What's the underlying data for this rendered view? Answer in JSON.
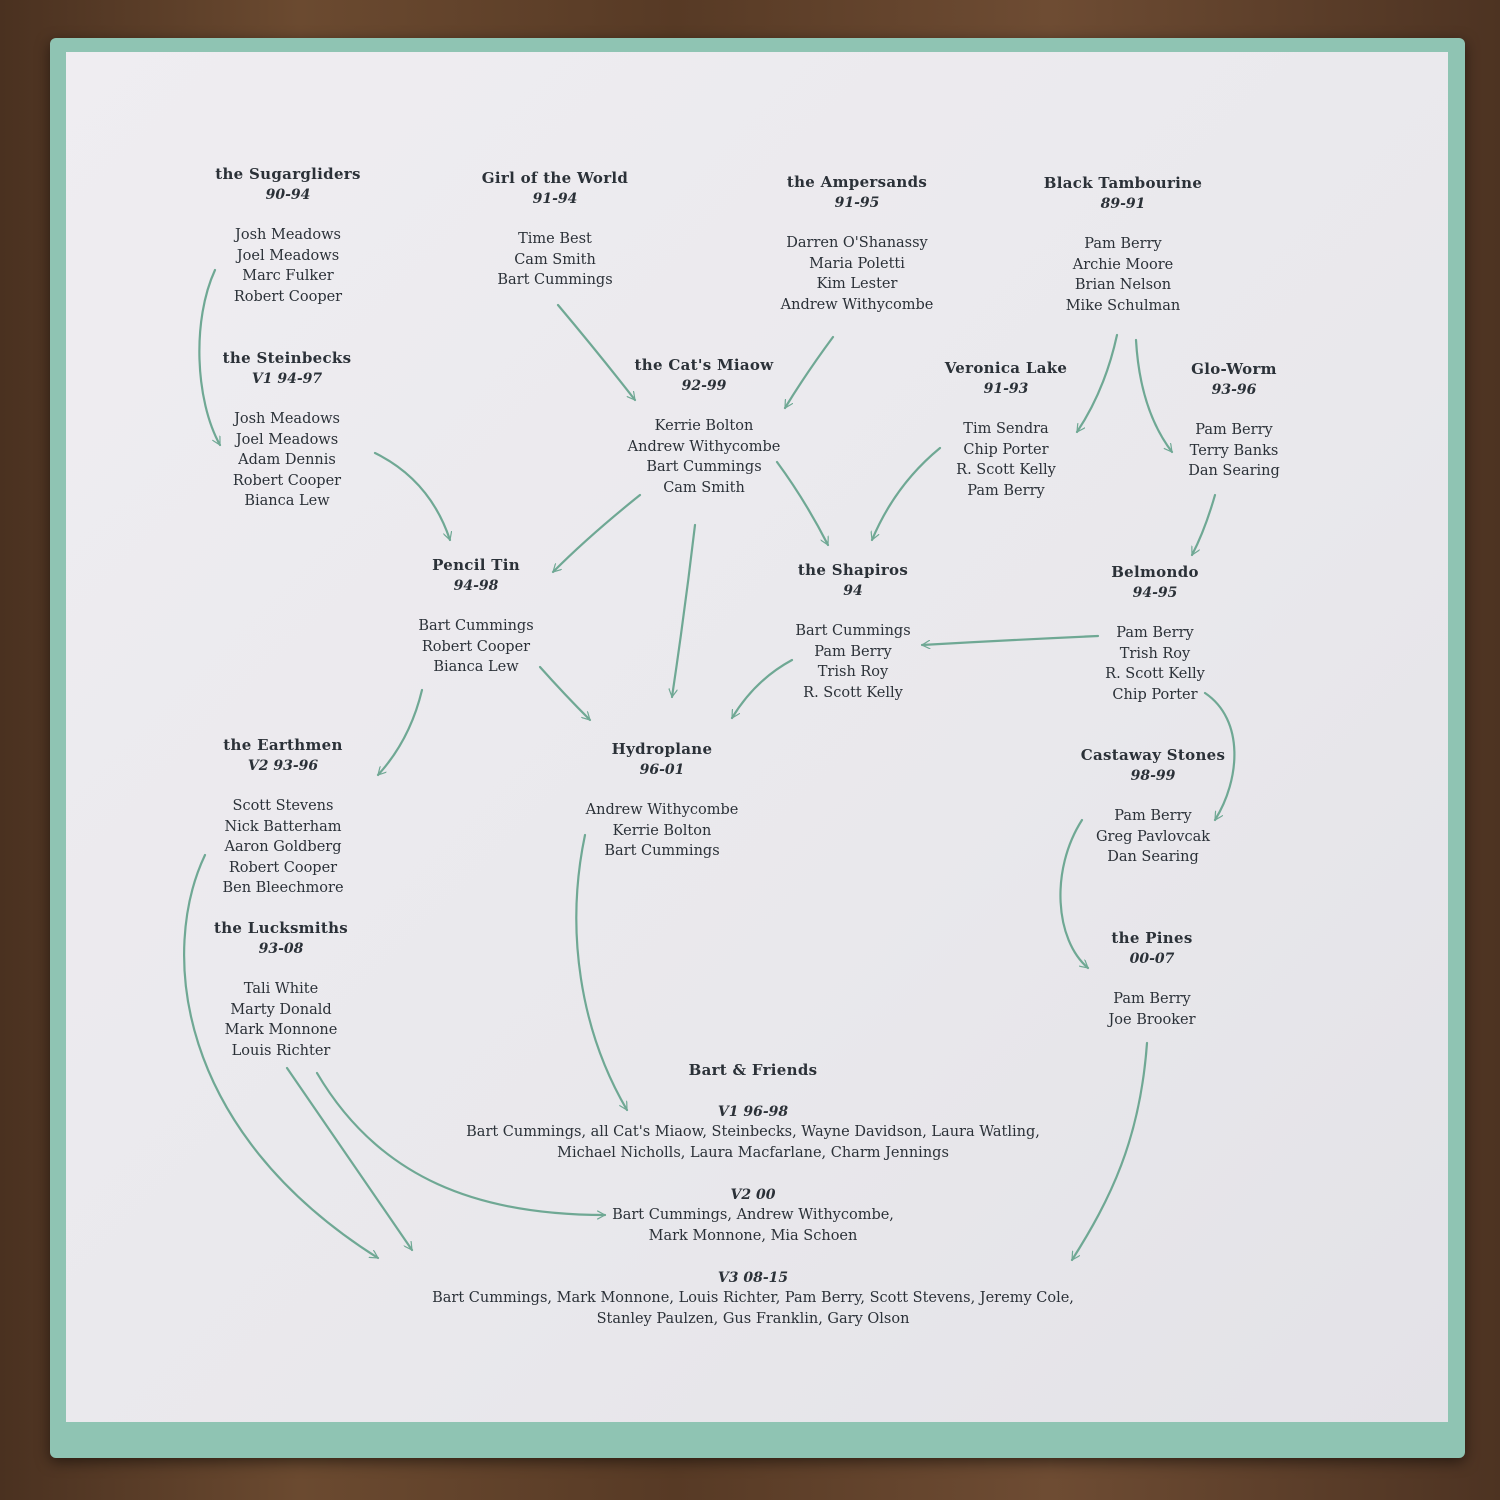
{
  "bands": [
    {
      "id": "sugargliders",
      "name": "the Sugargliders",
      "years": "90-94",
      "members": [
        "Josh Meadows",
        "Joel Meadows",
        "Marc Fulker",
        "Robert Cooper"
      ]
    },
    {
      "id": "girl-of-the-world",
      "name": "Girl of the World",
      "years": "91-94",
      "members": [
        "Time Best",
        "Cam Smith",
        "Bart Cummings"
      ]
    },
    {
      "id": "ampersands",
      "name": "the Ampersands",
      "years": "91-95",
      "members": [
        "Darren O'Shanassy",
        "Maria Poletti",
        "Kim Lester",
        "Andrew Withycombe"
      ]
    },
    {
      "id": "black-tambourine",
      "name": "Black Tambourine",
      "years": "89-91",
      "members": [
        "Pam Berry",
        "Archie Moore",
        "Brian Nelson",
        "Mike Schulman"
      ]
    },
    {
      "id": "steinbecks",
      "name": "the Steinbecks",
      "years": "V1 94-97",
      "members": [
        "Josh Meadows",
        "Joel Meadows",
        "Adam Dennis",
        "Robert Cooper",
        "Bianca Lew"
      ]
    },
    {
      "id": "cats-miaow",
      "name": "the Cat's Miaow",
      "years": "92-99",
      "members": [
        "Kerrie Bolton",
        "Andrew Withycombe",
        "Bart Cummings",
        "Cam Smith"
      ]
    },
    {
      "id": "veronica-lake",
      "name": "Veronica Lake",
      "years": "91-93",
      "members": [
        "Tim Sendra",
        "Chip Porter",
        "R. Scott Kelly",
        "Pam Berry"
      ]
    },
    {
      "id": "glo-worm",
      "name": "Glo-Worm",
      "years": "93-96",
      "members": [
        "Pam Berry",
        "Terry Banks",
        "Dan Searing"
      ]
    },
    {
      "id": "pencil-tin",
      "name": "Pencil Tin",
      "years": "94-98",
      "members": [
        "Bart Cummings",
        "Robert Cooper",
        "Bianca Lew"
      ]
    },
    {
      "id": "shapiros",
      "name": "the Shapiros",
      "years": "94",
      "members": [
        "Bart Cummings",
        "Pam Berry",
        "Trish Roy",
        "R. Scott Kelly"
      ]
    },
    {
      "id": "belmondo",
      "name": "Belmondo",
      "years": "94-95",
      "members": [
        "Pam Berry",
        "Trish Roy",
        "R. Scott Kelly",
        "Chip Porter"
      ]
    },
    {
      "id": "earthmen",
      "name": "the Earthmen",
      "years": "V2 93-96",
      "members": [
        "Scott Stevens",
        "Nick Batterham",
        "Aaron Goldberg",
        "Robert Cooper",
        "Ben Bleechmore"
      ]
    },
    {
      "id": "hydroplane",
      "name": "Hydroplane",
      "years": "96-01",
      "members": [
        "Andrew Withycombe",
        "Kerrie Bolton",
        "Bart Cummings"
      ]
    },
    {
      "id": "castaway-stones",
      "name": "Castaway Stones",
      "years": "98-99",
      "members": [
        "Pam Berry",
        "Greg Pavlovcak",
        "Dan Searing"
      ]
    },
    {
      "id": "lucksmiths",
      "name": "the Lucksmiths",
      "years": "93-08",
      "members": [
        "Tali White",
        "Marty Donald",
        "Mark Monnone",
        "Louis Richter"
      ]
    },
    {
      "id": "pines",
      "name": "the Pines",
      "years": "00-07",
      "members": [
        "Pam Berry",
        "Joe Brooker"
      ]
    }
  ],
  "bart_and_friends": {
    "name": "Bart & Friends",
    "versions": [
      {
        "label": "V1 96-98",
        "lines": [
          "Bart Cummings, all Cat's Miaow, Steinbecks, Wayne Davidson, Laura Watling,",
          "Michael Nicholls, Laura Macfarlane, Charm Jennings"
        ]
      },
      {
        "label": "V2 00",
        "lines": [
          "Bart Cummings, Andrew Withycombe,",
          "Mark Monnone, Mia Schoen"
        ]
      },
      {
        "label": "V3 08-15",
        "lines": [
          "Bart Cummings, Mark Monnone, Louis Richter, Pam Berry, Scott Stevens, Jeremy Cole,",
          "Stanley Paulzen, Gus Franklin, Gary Olson"
        ]
      }
    ]
  },
  "colors": {
    "arrow": "#6fa894",
    "sleeve": "#8fc4b3",
    "text": "#2b3138",
    "paper": "#edecf0"
  }
}
